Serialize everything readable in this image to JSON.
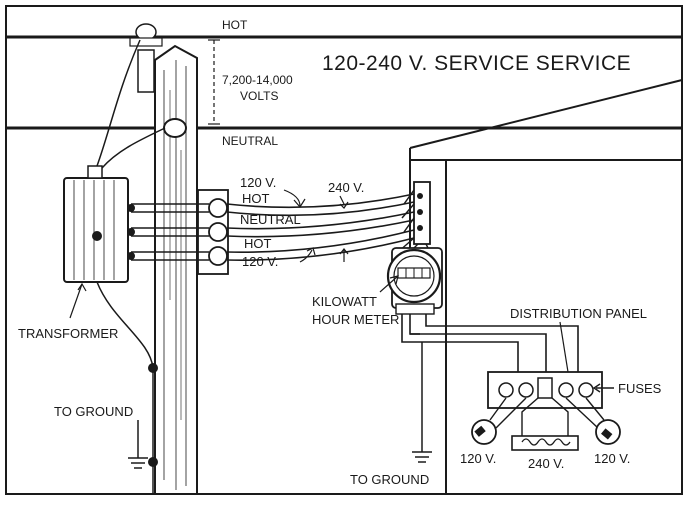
{
  "title": "120-240 V. SERVICE SERVICE",
  "labels": {
    "hot_top": "HOT",
    "voltage_range": "7,200-14,000",
    "volts": "VOLTS",
    "neutral_top": "NEUTRAL",
    "hot_120_a": "120 V.",
    "hot_word_a": "HOT",
    "v240_line": "240 V.",
    "neutral_mid": "NEUTRAL",
    "hot_word_b": "HOT",
    "hot_120_b": "120 V.",
    "kilowatt": "KILOWATT",
    "hour_meter": "HOUR METER",
    "distribution_panel": "DISTRIBUTION PANEL",
    "fuses": "FUSES",
    "transformer": "TRANSFORMER",
    "to_ground_left": "TO GROUND",
    "to_ground_right": "TO GROUND",
    "load_120_left": "120 V.",
    "load_240": "240 V.",
    "load_120_right": "120 V."
  }
}
